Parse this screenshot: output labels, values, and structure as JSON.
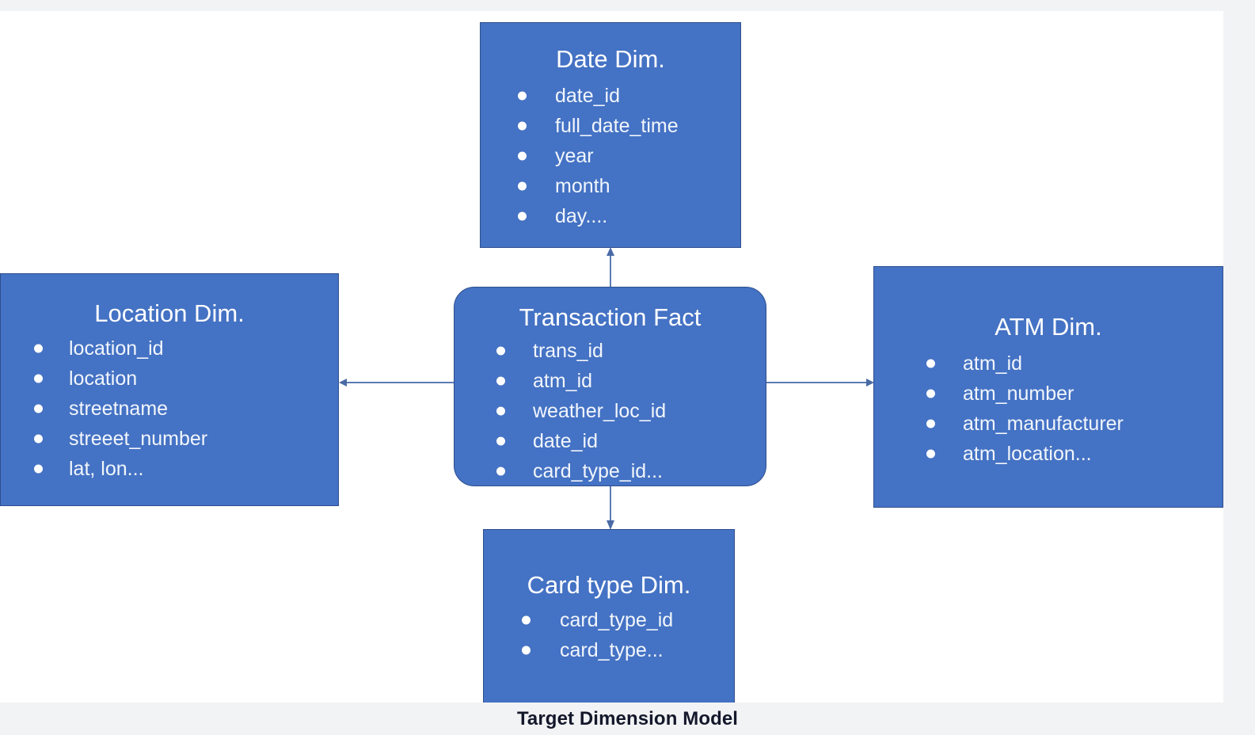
{
  "caption": "Target Dimension Model",
  "colors": {
    "entity_fill": "#4472C4",
    "entity_border": "#2F4F8F",
    "entity_text": "#FFFFFF",
    "connector": "#5B7BB4",
    "canvas": "#FFFFFF",
    "page_background": "#F2F3F5",
    "caption_text": "#14182B"
  },
  "entities": {
    "date": {
      "title": "Date Dim.",
      "fields": [
        "date_id",
        "full_date_time",
        "year",
        "month",
        "day...."
      ]
    },
    "location": {
      "title": "Location Dim.",
      "fields": [
        "location_id",
        "location",
        "streetname",
        "streeet_number",
        "lat, lon..."
      ]
    },
    "fact": {
      "title": "Transaction Fact",
      "fields": [
        "trans_id",
        "atm_id",
        "weather_loc_id",
        "date_id",
        "card_type_id..."
      ]
    },
    "atm": {
      "title": "ATM Dim.",
      "fields": [
        "atm_id",
        "atm_number",
        "atm_manufacturer",
        "atm_location..."
      ]
    },
    "cardtype": {
      "title": "Card type Dim.",
      "fields": [
        "card_type_id",
        "card_type..."
      ]
    }
  },
  "connectors": [
    {
      "name": "fact-to-location",
      "from": "Transaction Fact",
      "to": "Location Dim.",
      "direction": "left"
    },
    {
      "name": "fact-to-atm",
      "from": "Transaction Fact",
      "to": "ATM Dim.",
      "direction": "right"
    },
    {
      "name": "fact-to-date",
      "from": "Transaction Fact",
      "to": "Date Dim.",
      "direction": "up"
    },
    {
      "name": "fact-to-cardtype",
      "from": "Transaction Fact",
      "to": "Card type Dim.",
      "direction": "down"
    }
  ]
}
